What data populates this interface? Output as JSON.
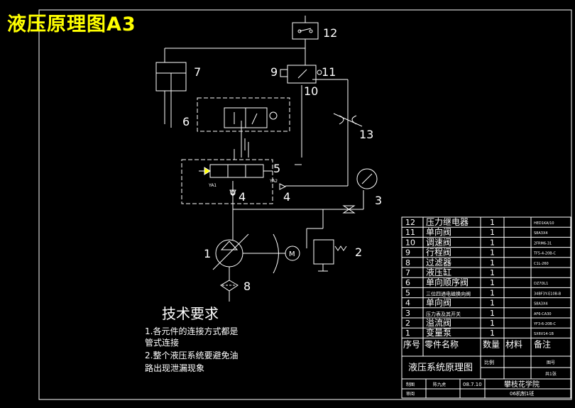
{
  "title": "液压原理图A3",
  "labels": {
    "n1": "1",
    "n2": "2",
    "n3": "3",
    "n4a": "4",
    "n4b": "4",
    "n5": "5",
    "n6": "6",
    "n7": "7",
    "n8": "8",
    "n9": "9",
    "n10": "10",
    "n11": "11",
    "n12": "12",
    "n13": "13",
    "ya1": "YA1",
    "ya2": "YA2",
    "motor": "M"
  },
  "tech": {
    "heading": "技术要求",
    "line1": "1.各元件的连接方式都是",
    "line2": "管式连接",
    "line3": "2.整个液压系统要避免油",
    "line4": "路出现泄漏现象"
  },
  "bom": [
    {
      "no": "12",
      "name": "压力继电器",
      "qty": "1",
      "code": "HED1KA/10"
    },
    {
      "no": "11",
      "name": "单向阀",
      "qty": "1",
      "code": "S8A3X4"
    },
    {
      "no": "10",
      "name": "调速阀",
      "qty": "1",
      "code": "2FRM6-31"
    },
    {
      "no": "9",
      "name": "行程阀",
      "qty": "1",
      "code": "TF5-4-20B-C"
    },
    {
      "no": "8",
      "name": "过滤器",
      "qty": "1",
      "code": "C1L-260"
    },
    {
      "no": "7",
      "name": "液压缸",
      "qty": "1",
      "code": ""
    },
    {
      "no": "6",
      "name": "单向顺序阀",
      "qty": "1",
      "code": "DZ7DL1"
    },
    {
      "no": "5",
      "name": "三位四通电磁换向阀",
      "qty": "1",
      "code": "34BF3Y-E10B-B"
    },
    {
      "no": "4",
      "name": "单向阀",
      "qty": "1",
      "code": "S8A3X4"
    },
    {
      "no": "3",
      "name": "压力表及其开关",
      "qty": "1",
      "code": "AF6-CA30"
    },
    {
      "no": "2",
      "name": "溢流阀",
      "qty": "1",
      "code": "YF3-6-20B-C"
    },
    {
      "no": "1",
      "name": "变量泵",
      "qty": "1",
      "code": "SX6V14-1B"
    }
  ],
  "bom_header": {
    "no": "序号",
    "name": "零件名称",
    "qty": "数量",
    "material": "材料",
    "remark": "备注"
  },
  "title_block": {
    "drawing_name": "液压系统原理图",
    "scale_label": "比例",
    "scale_value": "",
    "sheet": "图号",
    "sheet_value": "共1张",
    "drawn_label": "制图",
    "drawn_name": "陈九虎",
    "date": "08.7.10",
    "school": "攀枝花学院",
    "class": "06机制1班",
    "review_label": "审阅"
  }
}
